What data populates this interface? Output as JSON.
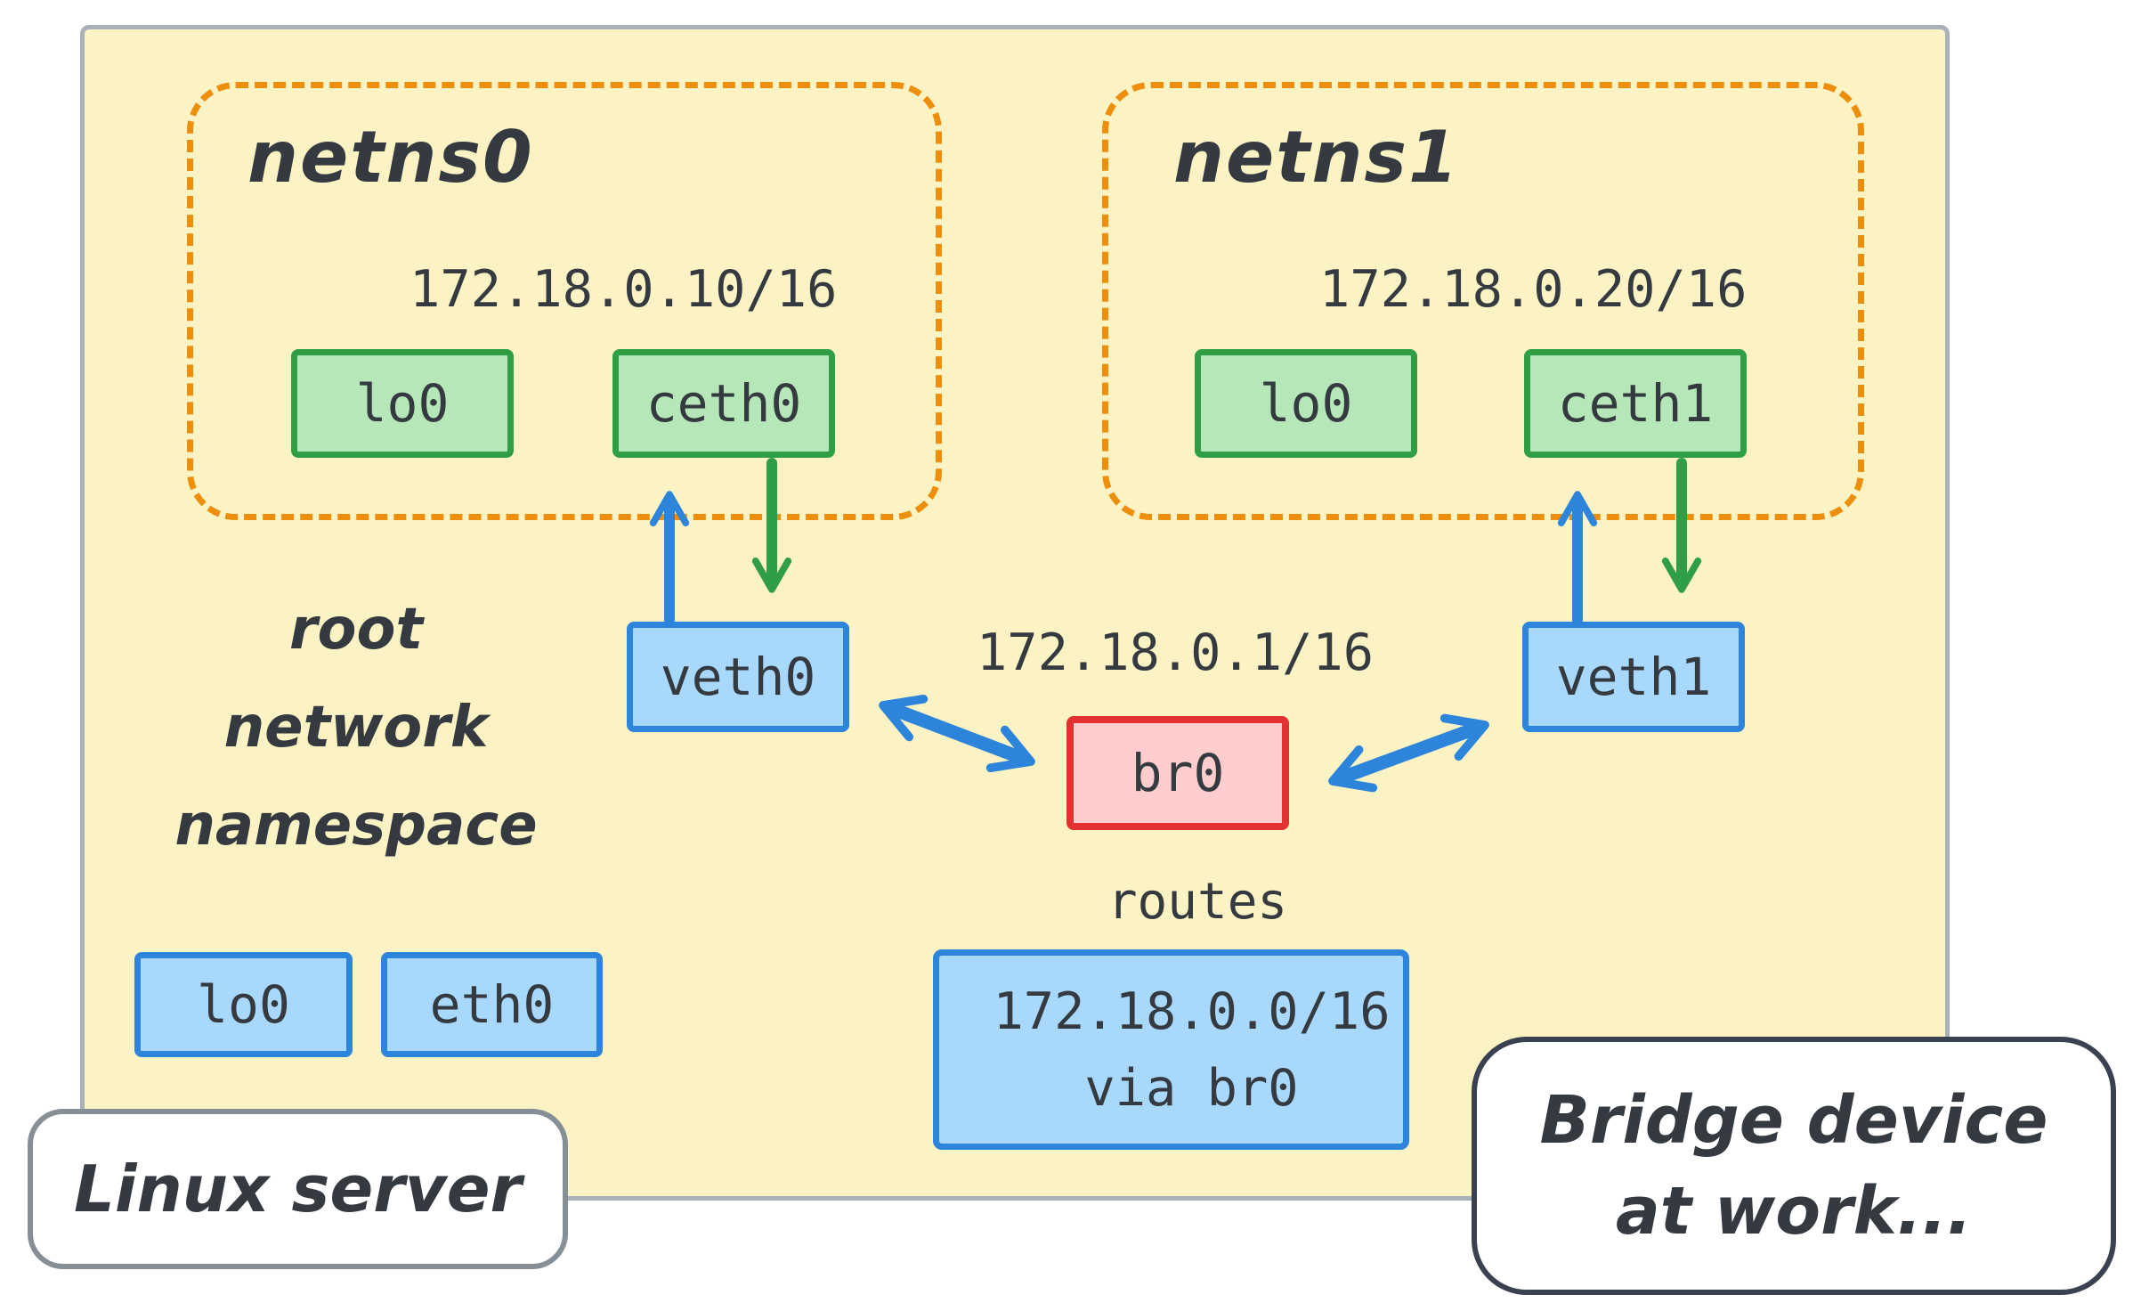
{
  "colors": {
    "server-fill": "#fcf3c5",
    "server-border": "#a9b1b8",
    "ns-border": "#ee8e0d",
    "green-fill": "#b5e7b8",
    "green-stroke": "#2f9e44",
    "blue-fill": "#a8d8fb",
    "blue-stroke": "#2d84db",
    "red-fill": "#ffcdcd",
    "red-stroke": "#e23130",
    "ink": "#343a40",
    "dark-border": "#3a4150",
    "gray-callout": "#868e96"
  },
  "netns0": {
    "title": "netns0",
    "ip": "172.18.0.10/16",
    "devices": {
      "lo": "lo0",
      "ceth": "ceth0"
    }
  },
  "netns1": {
    "title": "netns1",
    "ip": "172.18.0.20/16",
    "devices": {
      "lo": "lo0",
      "ceth": "ceth1"
    }
  },
  "root_ns": {
    "label_line1": "root",
    "label_line2": "network",
    "label_line3": "namespace",
    "veth0": "veth0",
    "veth1": "veth1",
    "lo": "lo0",
    "eth": "eth0"
  },
  "bridge": {
    "label": "br0",
    "ip": "172.18.0.1/16"
  },
  "routes": {
    "title": "routes",
    "entry_line1": "172.18.0.0/16",
    "entry_line2": "via br0"
  },
  "callouts": {
    "server": "Linux server",
    "bridge_line1": "Bridge device",
    "bridge_line2": "at work..."
  }
}
